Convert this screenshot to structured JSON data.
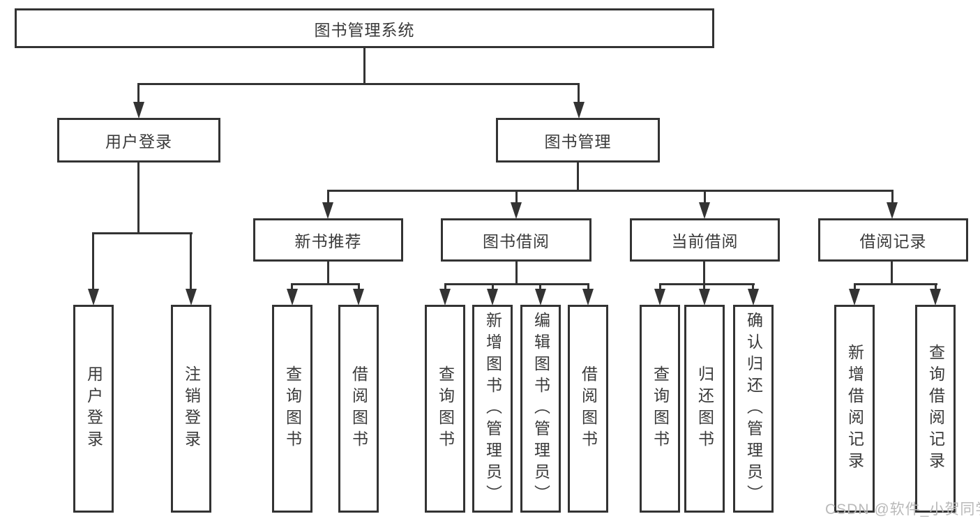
{
  "diagram": {
    "root": {
      "label": "图书管理系统"
    },
    "level2": [
      {
        "label": "用户登录"
      },
      {
        "label": "图书管理"
      }
    ],
    "level3": [
      {
        "label": "新书推荐",
        "parent": "图书管理"
      },
      {
        "label": "图书借阅",
        "parent": "图书管理"
      },
      {
        "label": "当前借阅",
        "parent": "图书管理"
      },
      {
        "label": "借阅记录",
        "parent": "图书管理"
      }
    ],
    "leaves": [
      {
        "label": "用户登录",
        "parent": "用户登录"
      },
      {
        "label": "注销登录",
        "parent": "用户登录"
      },
      {
        "label": "查询图书",
        "parent": "新书推荐"
      },
      {
        "label": "借阅图书",
        "parent": "新书推荐"
      },
      {
        "label": "查询图书",
        "parent": "图书借阅"
      },
      {
        "label": "新增图书（管理员）",
        "parent": "图书借阅"
      },
      {
        "label": "编辑图书（管理员）",
        "parent": "图书借阅"
      },
      {
        "label": "借阅图书",
        "parent": "图书借阅"
      },
      {
        "label": "查询图书",
        "parent": "当前借阅"
      },
      {
        "label": "归还图书",
        "parent": "当前借阅"
      },
      {
        "label": "确认归还（管理员）",
        "parent": "当前借阅"
      },
      {
        "label": "新增借阅记录",
        "parent": "借阅记录"
      },
      {
        "label": "查询借阅记录",
        "parent": "借阅记录"
      }
    ],
    "colors": {
      "line": "#333333",
      "text": "#3a3a3a",
      "background": "#ffffff",
      "watermark": "#b9b9b9"
    }
  },
  "watermark": {
    "text": "CSDN @软件_小贺同学"
  }
}
